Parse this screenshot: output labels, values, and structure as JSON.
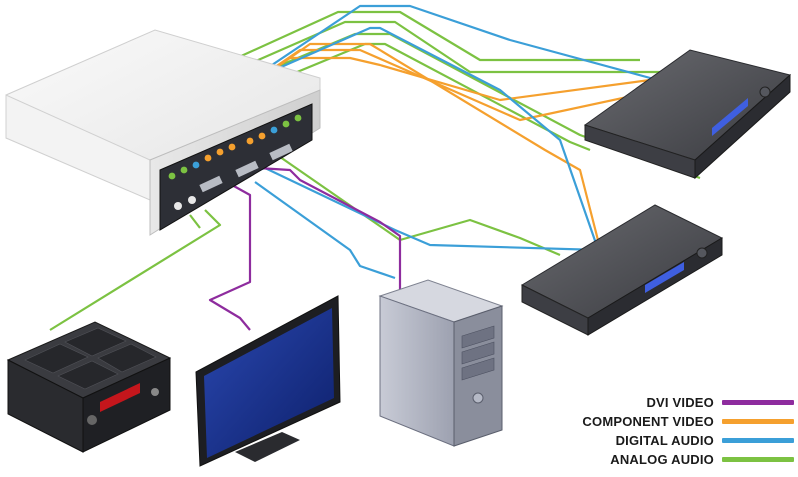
{
  "colors": {
    "dvi": "#8e2c9e",
    "component": "#f5a02e",
    "digital": "#3b9fd8",
    "analog": "#7cc242"
  },
  "legend": [
    {
      "label": "DVI VIDEO",
      "color": "#8e2c9e"
    },
    {
      "label": "COMPONENT VIDEO",
      "color": "#f5a02e"
    },
    {
      "label": "DIGITAL AUDIO",
      "color": "#3b9fd8"
    },
    {
      "label": "ANALOG AUDIO",
      "color": "#7cc242"
    }
  ]
}
